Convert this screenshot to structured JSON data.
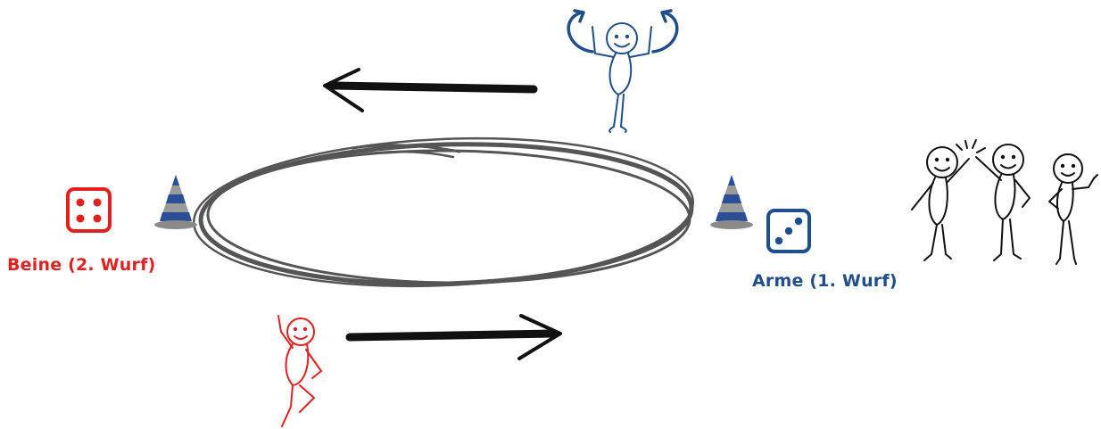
{
  "labels": {
    "legs": "Beine (2. Wurf)",
    "arms": "Arme (1. Wurf)"
  },
  "colors": {
    "red": "#e2201f",
    "blue": "#1f4e8c",
    "track": "#555555",
    "ink": "#111111",
    "cone_stripe": "#2a4f96",
    "cone_grey": "#9a9a9a"
  },
  "dice": {
    "left_face": 4,
    "right_face": 3
  },
  "icons": {
    "left_die": "die-four-icon",
    "right_die": "die-three-icon",
    "cones": "traffic-cone-icon",
    "track": "oval-running-track",
    "arrows": "direction-arrow-icon"
  }
}
